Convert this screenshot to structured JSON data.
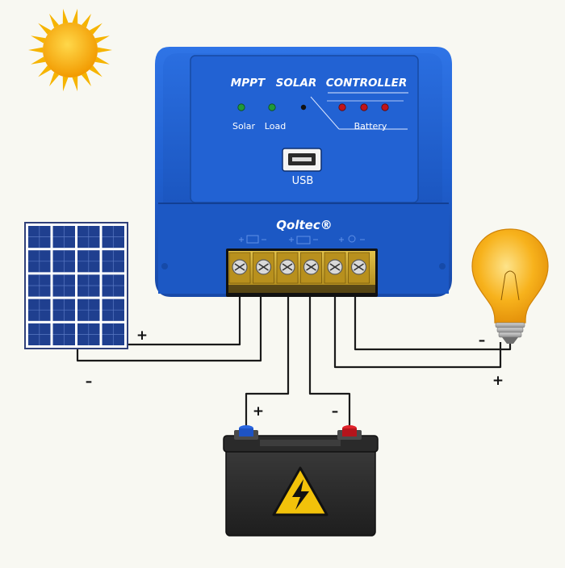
{
  "controller": {
    "title_mppt": "MPPT",
    "title_solar": "SOLAR",
    "title_controller": "CONTROLLER",
    "label_solar": "Solar",
    "label_load": "Load",
    "label_battery": "Battery",
    "label_usb": "USB",
    "brand": "Qoltec®",
    "terminal_count": 6,
    "indicators": {
      "solar": "green",
      "load": "green",
      "standby": "black",
      "battery_levels": [
        "red",
        "red",
        "red"
      ]
    }
  },
  "polarity": {
    "panel_plus": "+",
    "panel_minus": "–",
    "battery_plus": "+",
    "battery_minus": "–",
    "bulb_minus": "–",
    "bulb_plus": "+"
  },
  "colors": {
    "background": "#f8f8f2",
    "controller_blue": "#1f5fcf",
    "controller_dark": "#174aa3",
    "led_green": "#1f9a3a",
    "led_red": "#c2141a",
    "terminal_gold": "#c9a227",
    "battery_body": "#2b2b2b",
    "warning_yellow": "#f2c20a",
    "sun": "#f6b400",
    "bulb": "#f7b21c",
    "wire": "#1a1a1a",
    "panel_cell": "#1f3f8f"
  },
  "icons": [
    "sun-icon",
    "solar-panel-icon",
    "light-bulb-icon",
    "battery-icon",
    "high-voltage-warning-icon",
    "usb-port-icon"
  ]
}
